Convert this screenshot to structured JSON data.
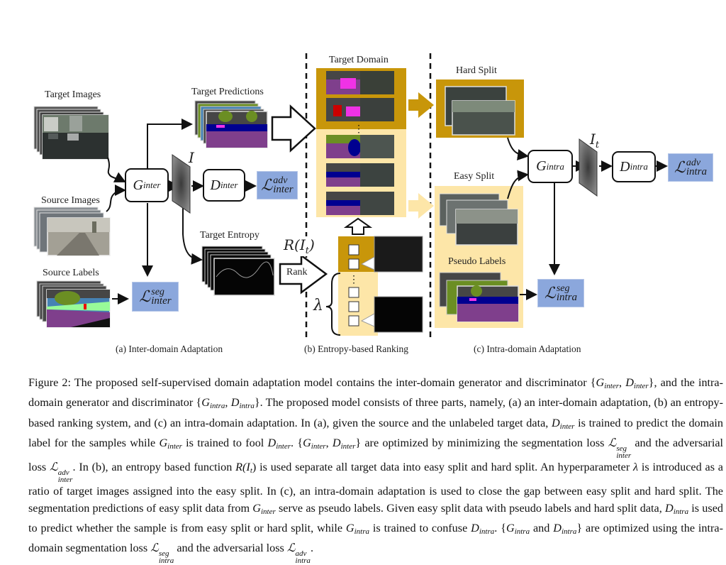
{
  "figure": {
    "panel_a": {
      "caption": "(a) Inter-domain Adaptation",
      "target_images_label": "Target Images",
      "source_images_label": "Source Images",
      "source_labels_label": "Source Labels",
      "target_predictions_label": "Target Predictions",
      "target_entropy_label": "Target Entropy",
      "generator": {
        "base": "G",
        "sub": "inter"
      },
      "discriminator": {
        "base": "D",
        "sub": "inter"
      },
      "feature_label": "I",
      "adv_loss": {
        "base": "ℒ",
        "sup": "adv",
        "sub": "inter"
      },
      "seg_loss": {
        "base": "ℒ",
        "sup": "seg",
        "sub": "inter"
      }
    },
    "panel_b": {
      "caption": "(b) Entropy-based Ranking",
      "target_domain_label": "Target Domain",
      "ranking_function": "R(I",
      "ranking_function_sub": "t",
      "ranking_function_close": ")",
      "rank_label": "Rank",
      "lambda_label": "λ",
      "ellipsis": "⋮"
    },
    "panel_c": {
      "caption": "(c) Intra-domain Adaptation",
      "hard_split_label": "Hard Split",
      "easy_split_label": "Easy Split",
      "pseudo_labels_label": "Pseudo Labels",
      "generator": {
        "base": "G",
        "sub": "intra"
      },
      "discriminator": {
        "base": "D",
        "sub": "intra"
      },
      "feature_label": "I",
      "feature_label_sub": "t",
      "adv_loss": {
        "base": "ℒ",
        "sup": "adv",
        "sub": "intra"
      },
      "seg_loss": {
        "base": "ℒ",
        "sup": "seg",
        "sub": "intra"
      }
    },
    "colors": {
      "hard_split": "#c8960a",
      "easy_split": "#fde6a8",
      "loss_box": "#8ba7dc",
      "seg_road": "#7f3f8c",
      "seg_car": "#000090",
      "seg_vegetation": "#6b8e23",
      "seg_building": "#464646",
      "seg_sky": "#4682b4",
      "seg_sidewalk": "#f032e6",
      "seg_terrain": "#98fb98"
    }
  },
  "caption": {
    "figure_number": "Figure 2:",
    "t1": " The proposed self-supervised domain adaptation model contains the inter-domain generator and discriminator {",
    "t2": "}, and the intra-domain generator and discriminator {",
    "t3": "}. The proposed model consists of three parts, namely, (a) an inter-domain adaptation, (b) an entropy-based ranking system, and (c) an intra-domain adaptation. In (a), given the source and the unlabeled target data, ",
    "t4": " is trained to predict the domain label for the samples while ",
    "t5": " is trained to fool ",
    "t6": ". {",
    "t7": "} are optimized by minimizing the segmentation loss ",
    "t8": " and the adversarial loss ",
    "t9": ". In (b), an entropy based function ",
    "t10": " is used separate all target data into easy split and hard split. An hyperparameter ",
    "t11": " is introduced as a ratio of target images assigned into the easy split. In (c), an intra-domain adaptation is used to close the gap between easy split and hard split. The segmentation predictions of easy split data from ",
    "t12": " serve as pseudo labels. Given easy split data with pseudo labels and hard split data, ",
    "t13": " is used to predict whether the sample is from easy split or hard split, while ",
    "t14": " is trained to confuse ",
    "t15": ". {",
    "t16": " and ",
    "t17": "} are optimized using the intra-domain segmentation loss ",
    "t18": " and the adversarial loss ",
    "t19": ".",
    "sym": {
      "G": "G",
      "D": "D",
      "L": "ℒ",
      "R": "R(I",
      "t": "t",
      "close": ")",
      "lambda": "λ",
      "comma": ", ",
      "inter": "inter",
      "intra": "intra",
      "seg": "seg",
      "adv": "adv"
    }
  }
}
